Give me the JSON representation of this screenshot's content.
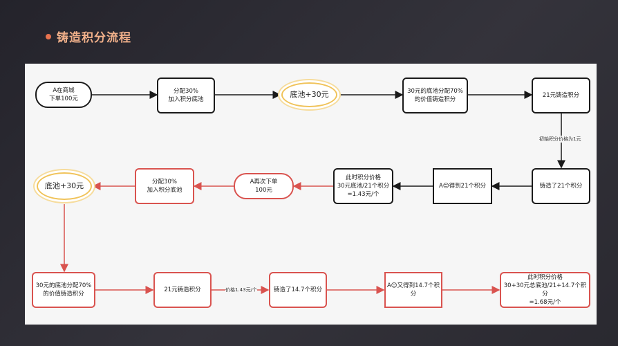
{
  "header": {
    "title": "铸造积分流程"
  },
  "nodes": {
    "n1": {
      "line1": "A在商城",
      "line2": "下单100元"
    },
    "n2": {
      "line1": "分配30%",
      "line2": "加入积分底池"
    },
    "n3": {
      "line1": "底池+30元"
    },
    "n4": {
      "line1": "30元的底池分配70%",
      "line2": "的价值铸造积分"
    },
    "n5": {
      "line1": "21元铸造积分"
    },
    "n6": {
      "line1": "铸造了21个积分"
    },
    "n7": {
      "line1": "A😊得到21个积分"
    },
    "n8": {
      "line1": "此时积分价格",
      "line2": "30元底池/21个积分",
      "line3": "=1.43元/个"
    },
    "n9": {
      "line1": "A再次下单",
      "line2": "100元"
    },
    "n10": {
      "line1": "分配30%",
      "line2": "加入积分底池"
    },
    "n11": {
      "line1": "底池+30元"
    },
    "n12": {
      "line1": "30元的底池分配70%",
      "line2": "的价值铸造积分"
    },
    "n13": {
      "line1": "21元铸造积分"
    },
    "n14": {
      "line1": "铸造了14.7个积分"
    },
    "n15": {
      "line1": "A😊又得到14.7个积",
      "line2": "分"
    },
    "n16": {
      "line1": "此时积分价格",
      "line2": "30+30元总底池/21+14.7个积分",
      "line3": "=1.68元/个"
    }
  },
  "edge_labels": {
    "initial_price": "初始积分价格为1元",
    "price_143": "价格1.43元/个"
  },
  "colors": {
    "dark": "#1a1a1a",
    "red": "#d9534f",
    "gold": "#f0c35a",
    "accent": "#e8734f"
  }
}
